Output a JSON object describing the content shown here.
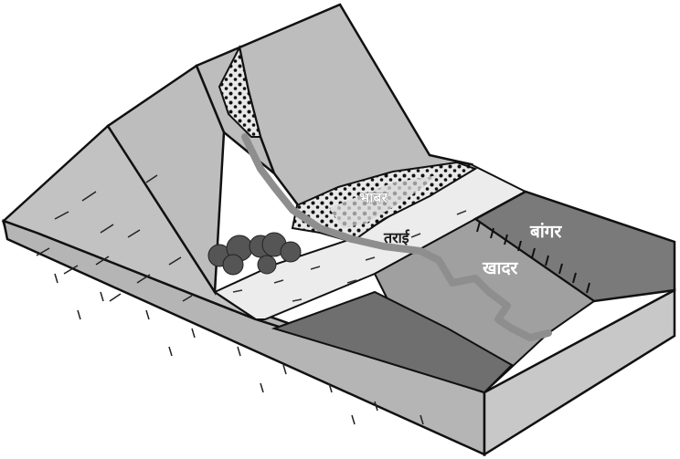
{
  "labels": {
    "bhabar": "भाबर",
    "terai": "तराई",
    "bangar": "बांगर",
    "khadar": "खादर"
  },
  "colors": {
    "mountain": "#bdbdbd",
    "outline": "#111111",
    "front_face": "#b3b3b3",
    "plain": "#ececec",
    "bangar": "#7a7a7a",
    "khadar": "#a0a0a0",
    "river": "#8e8e8e",
    "forest": "#555555",
    "dark_band": "#6f6f6f"
  },
  "icons": [
    "pebble-pattern",
    "forest-tree-icon",
    "river-stream"
  ]
}
